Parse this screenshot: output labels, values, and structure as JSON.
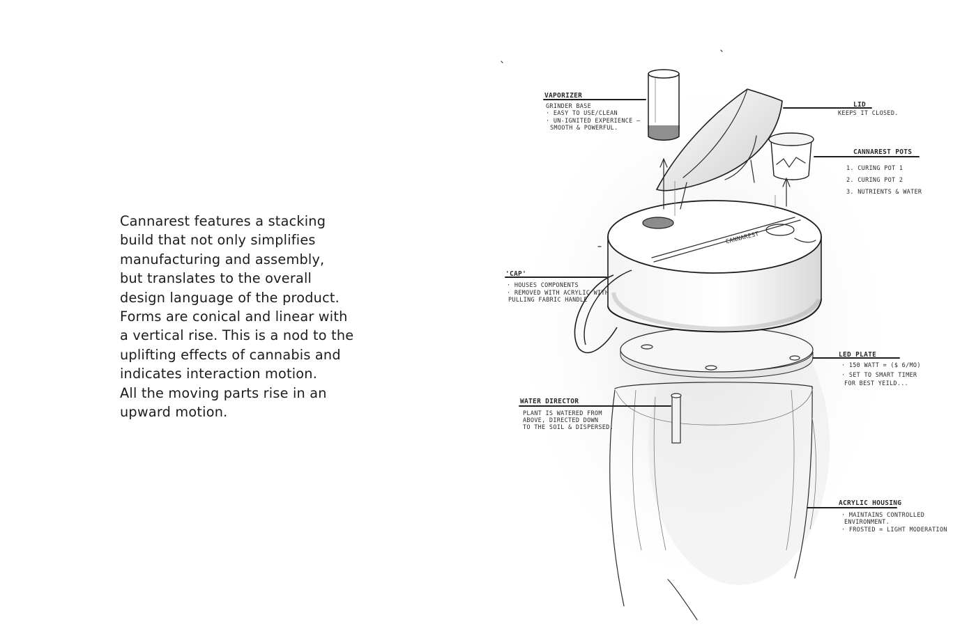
{
  "description_lines": [
    "Cannarest features a stacking",
    "build that not only simplifies",
    "manufacturing and assembly,",
    "but translates to the overall",
    "design language of the product.",
    "Forms are conical and linear with",
    "a vertical rise. This is a nod to the",
    "uplifting effects of cannabis and",
    "indicates interaction motion.",
    "All the moving parts rise in an",
    "upward motion."
  ],
  "product_engraving": "CANNAREST",
  "callouts": {
    "vaporizer": {
      "title": "VAPORIZER",
      "lines": [
        "GRINDER BASE",
        "· EASY TO USE/CLEAN",
        "· UN-IGNITED EXPERIENCE —",
        "SMOOTH & POWERFUL."
      ]
    },
    "lid": {
      "title": "LID",
      "lines": [
        "KEEPS IT CLOSED."
      ]
    },
    "pots": {
      "title": "CANNAREST POTS",
      "lines": [
        "1. CURING POT 1",
        "2. CURING POT 2",
        "3. NUTRIENTS & WATER"
      ]
    },
    "cap": {
      "title": "'CAP'",
      "lines": [
        "· HOUSES COMPONENTS",
        "· REMOVED WITH ACRYLIC WITH",
        "PULLING FABRIC HANDLE"
      ]
    },
    "led": {
      "title": "LED PLATE",
      "lines": [
        "· 150 WATT = ($ 6/MO)",
        "· SET TO SMART TIMER",
        "FOR BEST YEILD..."
      ]
    },
    "water": {
      "title": "WATER DIRECTOR",
      "lines": [
        "PLANT IS WATERED FROM",
        "ABOVE, DIRECTED DOWN",
        "TO THE SOIL & DISPERSED."
      ]
    },
    "housing": {
      "title": "ACRYLIC HOUSING",
      "lines": [
        "· MAINTAINS CONTROLLED",
        "ENVIRONMENT.",
        "· FROSTED = LIGHT MODERATION"
      ]
    }
  }
}
